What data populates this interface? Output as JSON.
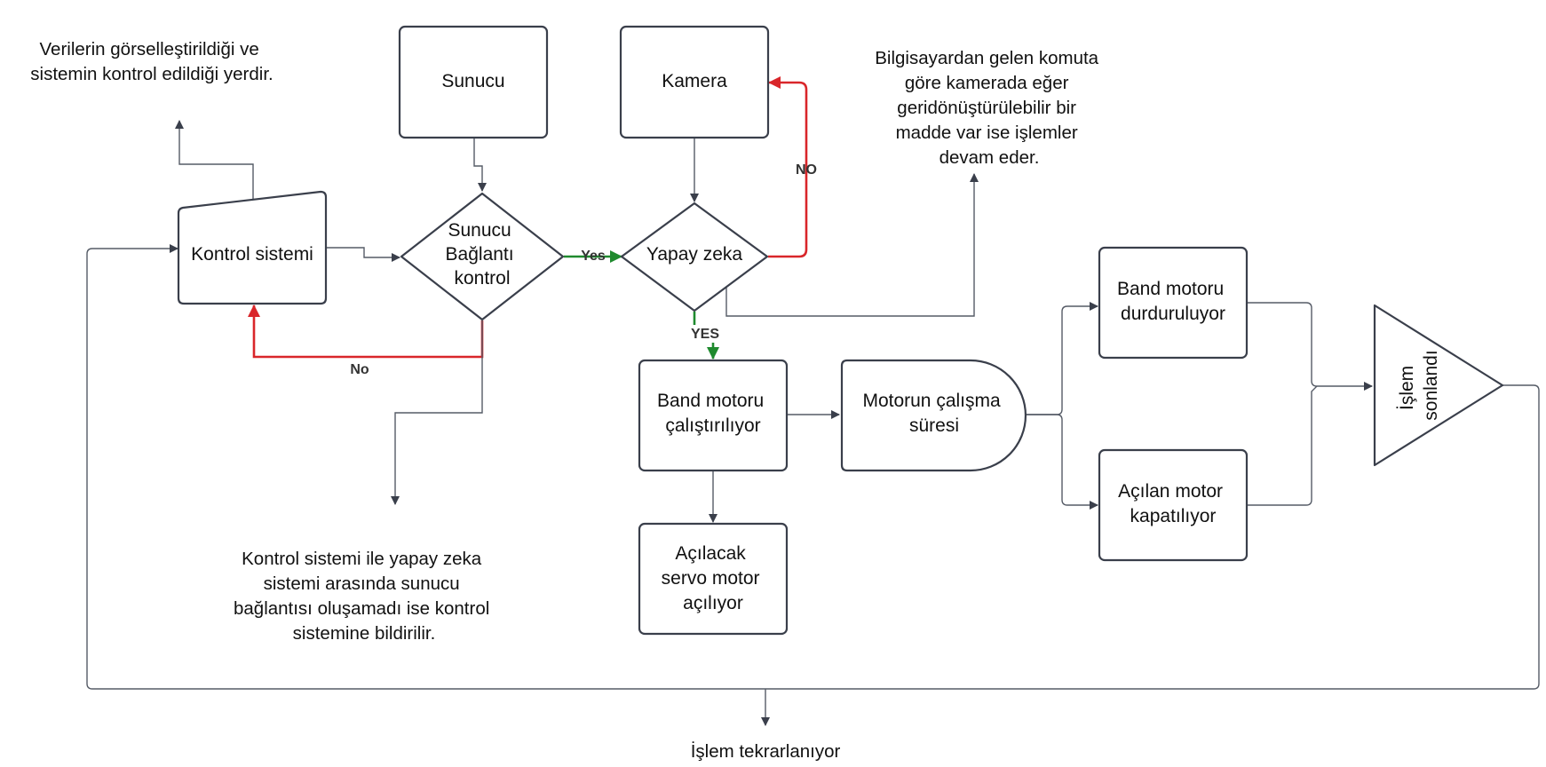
{
  "nodes": {
    "sunucu": "Sunucu",
    "kamera": "Kamera",
    "kontrol": "Kontrol sistemi",
    "baglanti": [
      "Sunucu",
      "Bağlantı",
      "kontrol"
    ],
    "yapay_zeka": "Yapay zeka",
    "band_calistir": [
      "Band motoru",
      "çalıştırılıyor"
    ],
    "motor_sure": [
      "Motorun çalışma",
      "süresi"
    ],
    "servo": [
      "Açılacak",
      "servo motor",
      "açılıyor"
    ],
    "band_durdur": [
      "Band motoru",
      "durduruluyor"
    ],
    "acilan_kapat": [
      "Açılan motor",
      "kapatılıyor"
    ],
    "islem_sonlandi": [
      "İşlem",
      "sonlandı"
    ]
  },
  "edges": {
    "yes1": "Yes",
    "no_red_top": "NO",
    "no_red_bottom": "No",
    "yes2": "YES"
  },
  "notes": {
    "top_left": [
      "Verilerin görselleştirildiği ve",
      "sistemin kontrol edildiği yerdir."
    ],
    "top_right": [
      "Bilgisayardan gelen komuta",
      "göre kamerada eğer",
      "geridönüştürülebilir bir",
      "madde var ise işlemler",
      "devam eder."
    ],
    "bottom": [
      "Kontrol sistemi ile yapay zeka",
      "sistemi arasında sunucu",
      "bağlantısı oluşamadı ise kontrol",
      "sistemine bildirilir."
    ],
    "loop": "İşlem tekrarlanıyor"
  },
  "colors": {
    "line": "#555b66",
    "shape_stroke": "#3a3f4b",
    "no_path": "#d9262a",
    "yes_path": "#1f8a2e"
  }
}
